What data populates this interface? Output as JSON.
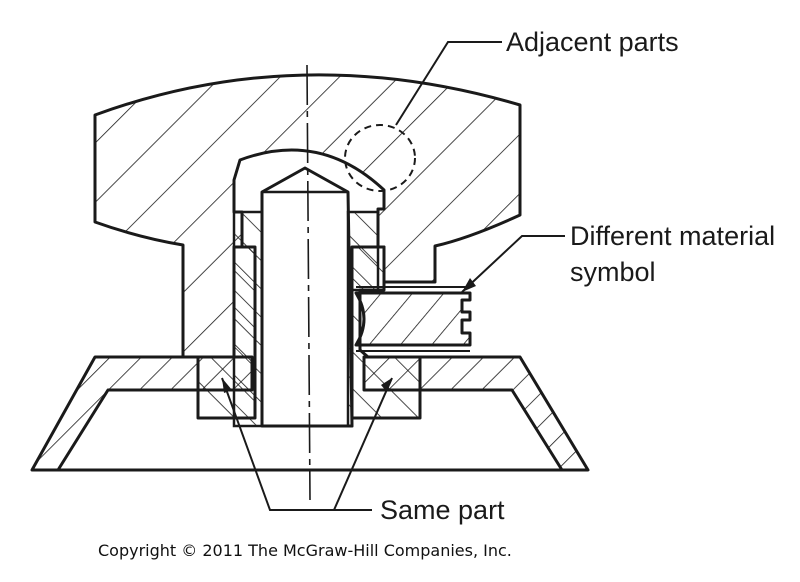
{
  "labels": {
    "adjacent_parts": "Adjacent parts",
    "different_material_line1": "Different material",
    "different_material_line2": "symbol",
    "same_part": "Same part"
  },
  "copyright": "Copyright © 2011 The McGraw-Hill Companies, Inc.",
  "colors": {
    "line": "#1a1a1a",
    "background": "#ffffff"
  }
}
